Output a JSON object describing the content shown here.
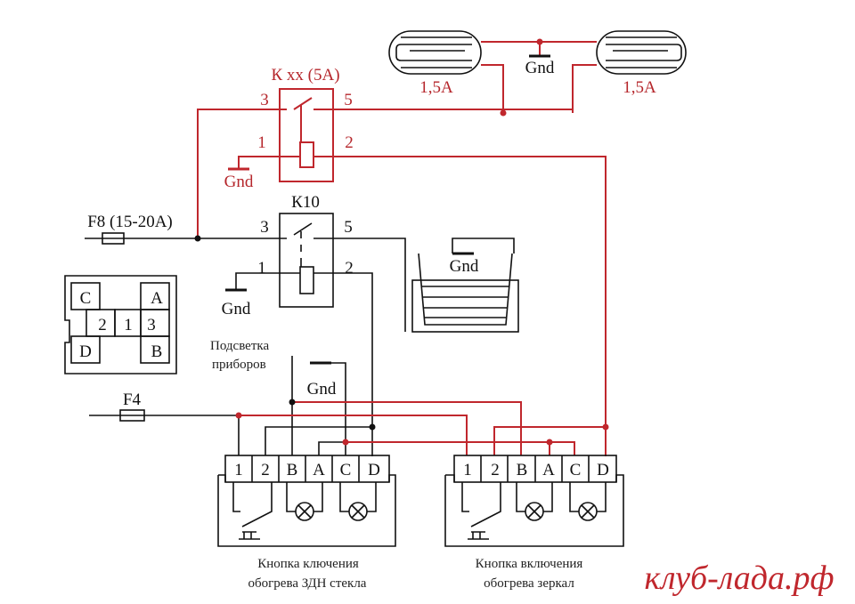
{
  "relay_main": {
    "label": "К xx (5А)",
    "pins": [
      "3",
      "5",
      "1",
      "2"
    ]
  },
  "relay_k10": {
    "label": "К10",
    "pins": [
      "3",
      "5",
      "1",
      "2"
    ]
  },
  "lamps": [
    {
      "rating": "1,5А"
    },
    {
      "rating": "1,5А"
    }
  ],
  "gnd_label": "Gnd",
  "fuse_f8": "F8 (15-20А)",
  "fuse_f4": "F4",
  "connector": {
    "cells": [
      "C",
      "A",
      "2",
      "1",
      "3",
      "D",
      "B"
    ]
  },
  "backlight_label": [
    "Подсветка",
    "приборов"
  ],
  "switch_rear": {
    "pins": [
      "1",
      "2",
      "B",
      "A",
      "C",
      "D"
    ],
    "caption": [
      "Кнопка ключения",
      "обогрева ЗДН стекла"
    ]
  },
  "switch_mirror": {
    "pins": [
      "1",
      "2",
      "B",
      "A",
      "C",
      "D"
    ],
    "caption": [
      "Кнопка включения",
      "обогрева зеркал"
    ]
  },
  "watermark": "клуб-лада.рф",
  "colors": {
    "red_wire": "#c0272d",
    "black_wire": "#111111"
  }
}
